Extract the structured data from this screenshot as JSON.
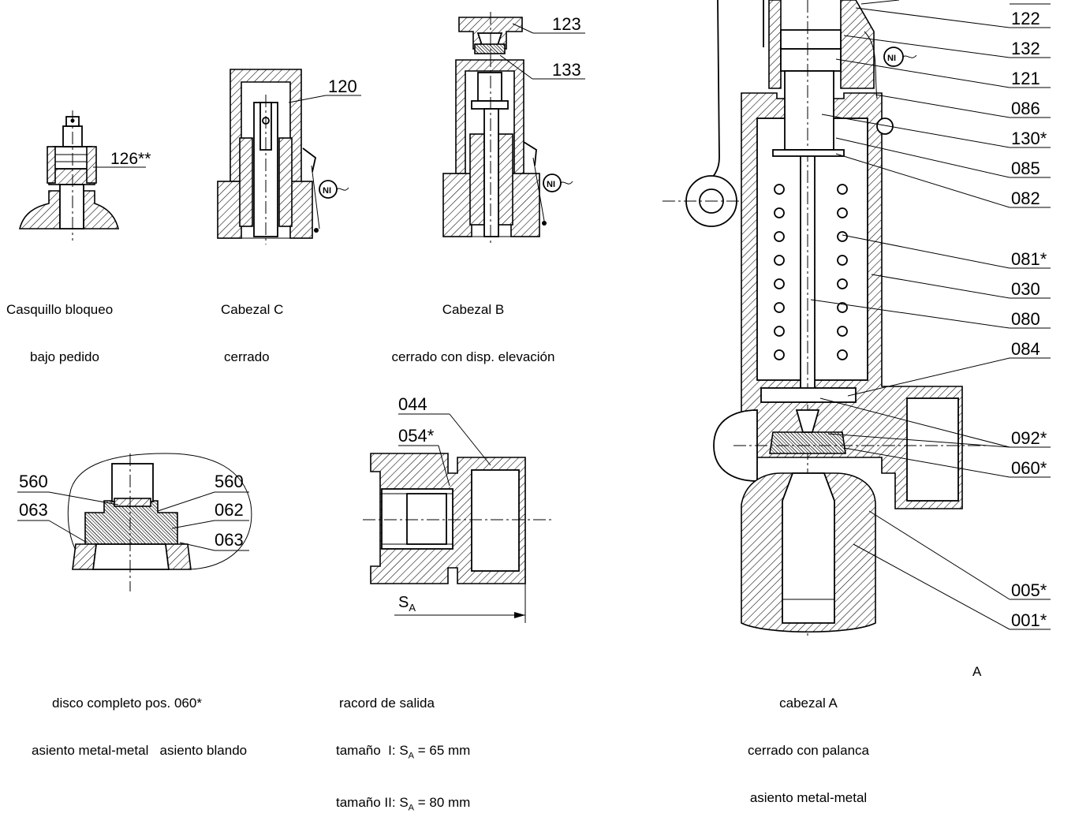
{
  "detail_views": {
    "casquillo": {
      "part_label": "126**",
      "caption_line1": "Casquillo bloqueo",
      "caption_line2": "bajo pedido"
    },
    "cabezal_c": {
      "part_label": "120",
      "caption_line1": "Cabezal C",
      "caption_line2": "cerrado"
    },
    "cabezal_b": {
      "part_labels": [
        "123",
        "133"
      ],
      "caption_line1": "Cabezal B",
      "caption_line2": "cerrado con disp. elevación"
    },
    "disco": {
      "labels_left": [
        "560",
        "063"
      ],
      "labels_right": [
        "560",
        "062",
        "063"
      ],
      "caption_line1": "disco completo pos. 060*",
      "caption_line2": "asiento metal-metal   asiento blando"
    },
    "racord": {
      "labels": [
        "044",
        "054*"
      ],
      "dimension_label": "S",
      "dimension_sub": "A",
      "caption_line1": "racord de salida",
      "caption_line2_pre": "tamaño  I: S",
      "caption_line2_sub": "A",
      "caption_line2_post": " = 65 mm",
      "caption_line3_pre": "tamaño II: S",
      "caption_line3_sub": "A",
      "caption_line3_post": " = 80 mm"
    }
  },
  "main_view": {
    "seal_symbol": "NI",
    "part_labels": [
      "122",
      "132",
      "121",
      "086",
      "130*",
      "085",
      "082",
      "081*",
      "030",
      "080",
      "084",
      "092*",
      "060*",
      "005*",
      "001*"
    ],
    "caption_line1": "cabezal A",
    "caption_line2": "cerrado con palanca",
    "caption_line3": "asiento metal-metal",
    "section_letter": "A"
  }
}
